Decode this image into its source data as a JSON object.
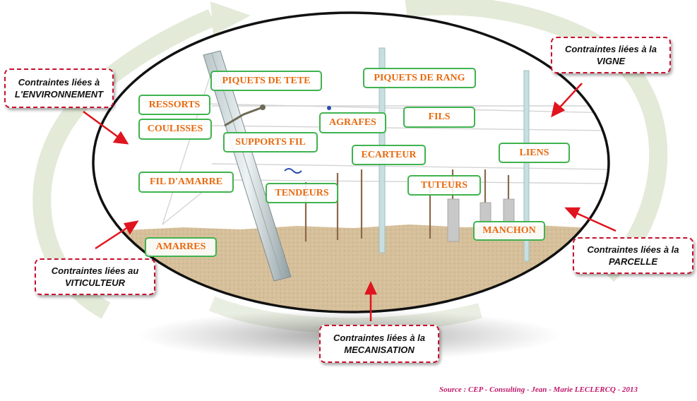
{
  "components": [
    {
      "id": "piquets-de-tete",
      "label": "PIQUETS DE TETE"
    },
    {
      "id": "piquets-de-rang",
      "label": "PIQUETS DE RANG"
    },
    {
      "id": "ressorts",
      "label": "RESSORTS"
    },
    {
      "id": "coulisses",
      "label": "COULISSES"
    },
    {
      "id": "supports-fil",
      "label": "SUPPORTS FIL"
    },
    {
      "id": "agrafes",
      "label": "AGRAFES"
    },
    {
      "id": "fils",
      "label": "FILS"
    },
    {
      "id": "ecarteur",
      "label": "ECARTEUR"
    },
    {
      "id": "liens",
      "label": "LIENS"
    },
    {
      "id": "fil-d-amarre",
      "label": "FIL D'AMARRE"
    },
    {
      "id": "tendeurs",
      "label": "TENDEURS"
    },
    {
      "id": "tuteurs",
      "label": "TUTEURS"
    },
    {
      "id": "manchon",
      "label": "MANCHON"
    },
    {
      "id": "amarres",
      "label": "AMARRES"
    }
  ],
  "constraints": {
    "environnement": {
      "line1": "Contraintes liées à",
      "line2": "L'ENVIRONNEMENT"
    },
    "vigne": {
      "line1": "Contraintes liées à la",
      "line2": "VIGNE"
    },
    "viticulteur": {
      "line1": "Contraintes liées au",
      "line2": "VITICULTEUR"
    },
    "parcelle": {
      "line1": "Contraintes liées à la",
      "line2": "PARCELLE"
    },
    "mecanisation": {
      "line1": "Contraintes liées à la",
      "line2": "MECANISATION"
    }
  },
  "source": "Source : CEP - Consulting - Jean - Marie LECLERCQ - 2013",
  "colors": {
    "cycle_arrow": "#e3ead8",
    "component_border": "#3fb34f",
    "component_text": "#e86a10",
    "constraint_border": "#c8102e",
    "arrow": "#e0141e",
    "soil": "#d7c19c",
    "source_text": "#c0186b"
  },
  "icons": [
    "red-arrow-icon",
    "cycle-arrow-icon"
  ]
}
